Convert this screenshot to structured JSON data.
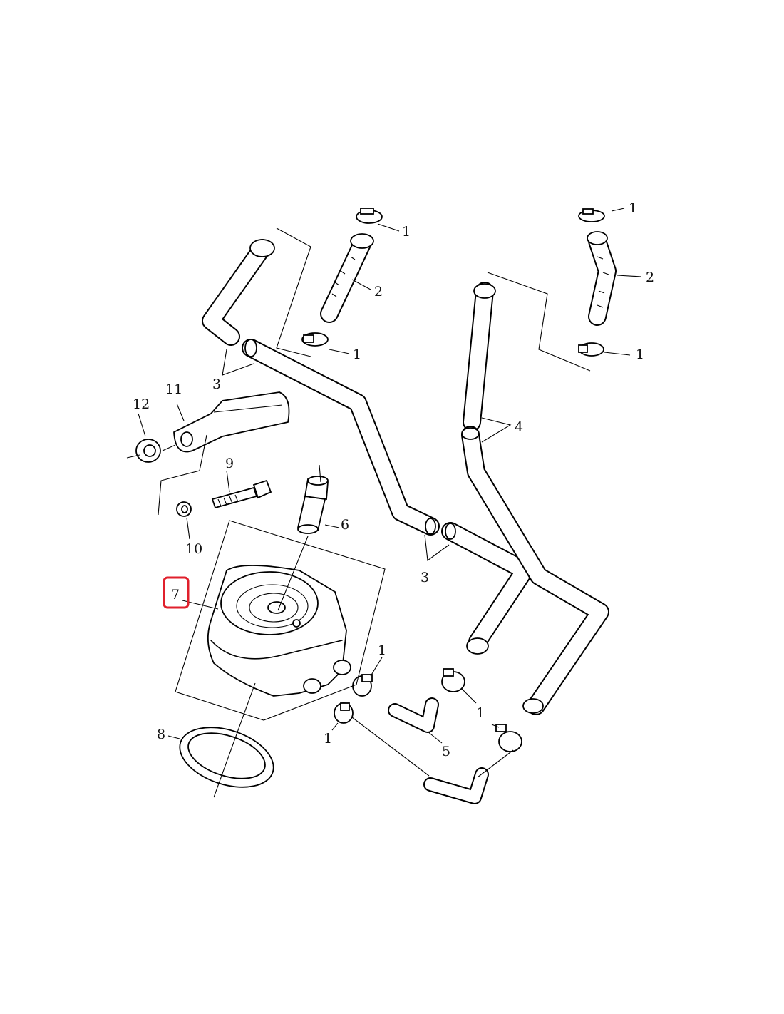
{
  "diagram": {
    "highlight": {
      "label": "7",
      "color": "#e0202c"
    },
    "callouts": {
      "clamp_a": "1",
      "clamp_b": "1",
      "clamp_c": "1",
      "clamp_d": "1",
      "clamp_e": "1",
      "clamp_f": "1",
      "clamp_g": "1",
      "hose_a": "2",
      "hose_b": "2",
      "pipe_a": "3",
      "pipe_b": "3",
      "pipe_c": "4",
      "elbow_a": "5",
      "adapter": "6",
      "cooler": "7",
      "seal": "8",
      "bolt": "9",
      "washer": "10",
      "bracket": "11",
      "grommet": "12"
    }
  }
}
